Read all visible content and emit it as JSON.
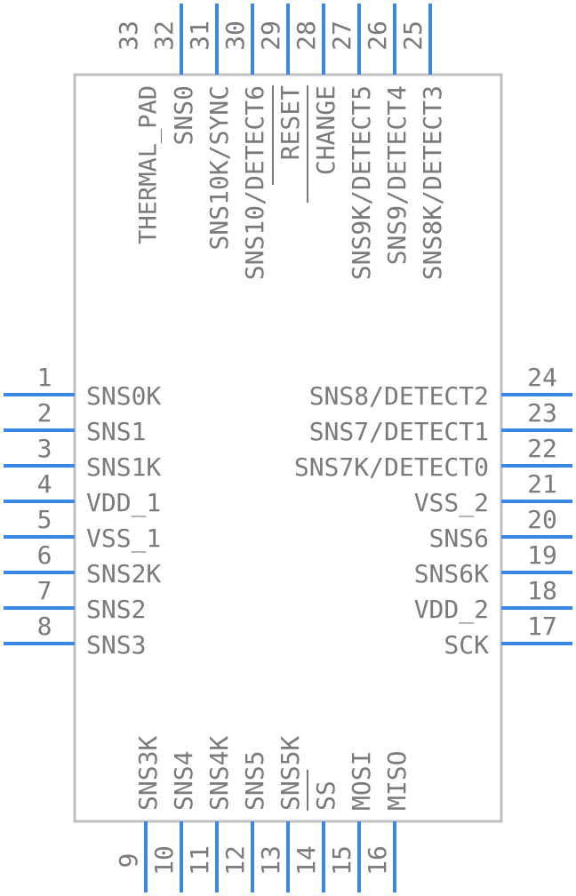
{
  "colors": {
    "body_stroke": "#c0c0c0",
    "pin": "#3b86e6",
    "text": "#7a7a7a",
    "overbar": "#7a7a7a"
  },
  "pins_left": [
    {
      "num": "1",
      "label": "SNS0K"
    },
    {
      "num": "2",
      "label": "SNS1"
    },
    {
      "num": "3",
      "label": "SNS1K"
    },
    {
      "num": "4",
      "label": "VDD_1"
    },
    {
      "num": "5",
      "label": "VSS_1"
    },
    {
      "num": "6",
      "label": "SNS2K"
    },
    {
      "num": "7",
      "label": "SNS2"
    },
    {
      "num": "8",
      "label": "SNS3"
    }
  ],
  "pins_right": [
    {
      "num": "24",
      "label": "SNS8/DETECT2"
    },
    {
      "num": "23",
      "label": "SNS7/DETECT1"
    },
    {
      "num": "22",
      "label": "SNS7K/DETECT0"
    },
    {
      "num": "21",
      "label": "VSS_2"
    },
    {
      "num": "20",
      "label": "SNS6"
    },
    {
      "num": "19",
      "label": "SNS6K"
    },
    {
      "num": "18",
      "label": "VDD_2"
    },
    {
      "num": "17",
      "label": "SCK"
    }
  ],
  "pins_bottom": [
    {
      "num": "9",
      "label": "SNS3K"
    },
    {
      "num": "10",
      "label": "SNS4"
    },
    {
      "num": "11",
      "label": "SNS4K"
    },
    {
      "num": "12",
      "label": "SNS5"
    },
    {
      "num": "13",
      "label": "SNS5K"
    },
    {
      "num": "14",
      "label": "SS"
    },
    {
      "num": "15",
      "label": "MOSI"
    },
    {
      "num": "16",
      "label": "MISO"
    }
  ],
  "pins_top": [
    {
      "num": "33",
      "label": "THERMAL_PAD"
    },
    {
      "num": "32",
      "label": "SNS0"
    },
    {
      "num": "31",
      "label": "SNS10K/SYNC"
    },
    {
      "num": "30",
      "label": "SNS10/DETECT6"
    },
    {
      "num": "29",
      "label": "RESET"
    },
    {
      "num": "28",
      "label": "CHANGE"
    },
    {
      "num": "27",
      "label": "SNS9K/DETECT5"
    },
    {
      "num": "26",
      "label": "SNS9/DETECT4"
    },
    {
      "num": "25",
      "label": "SNS8K/DETECT3"
    }
  ]
}
